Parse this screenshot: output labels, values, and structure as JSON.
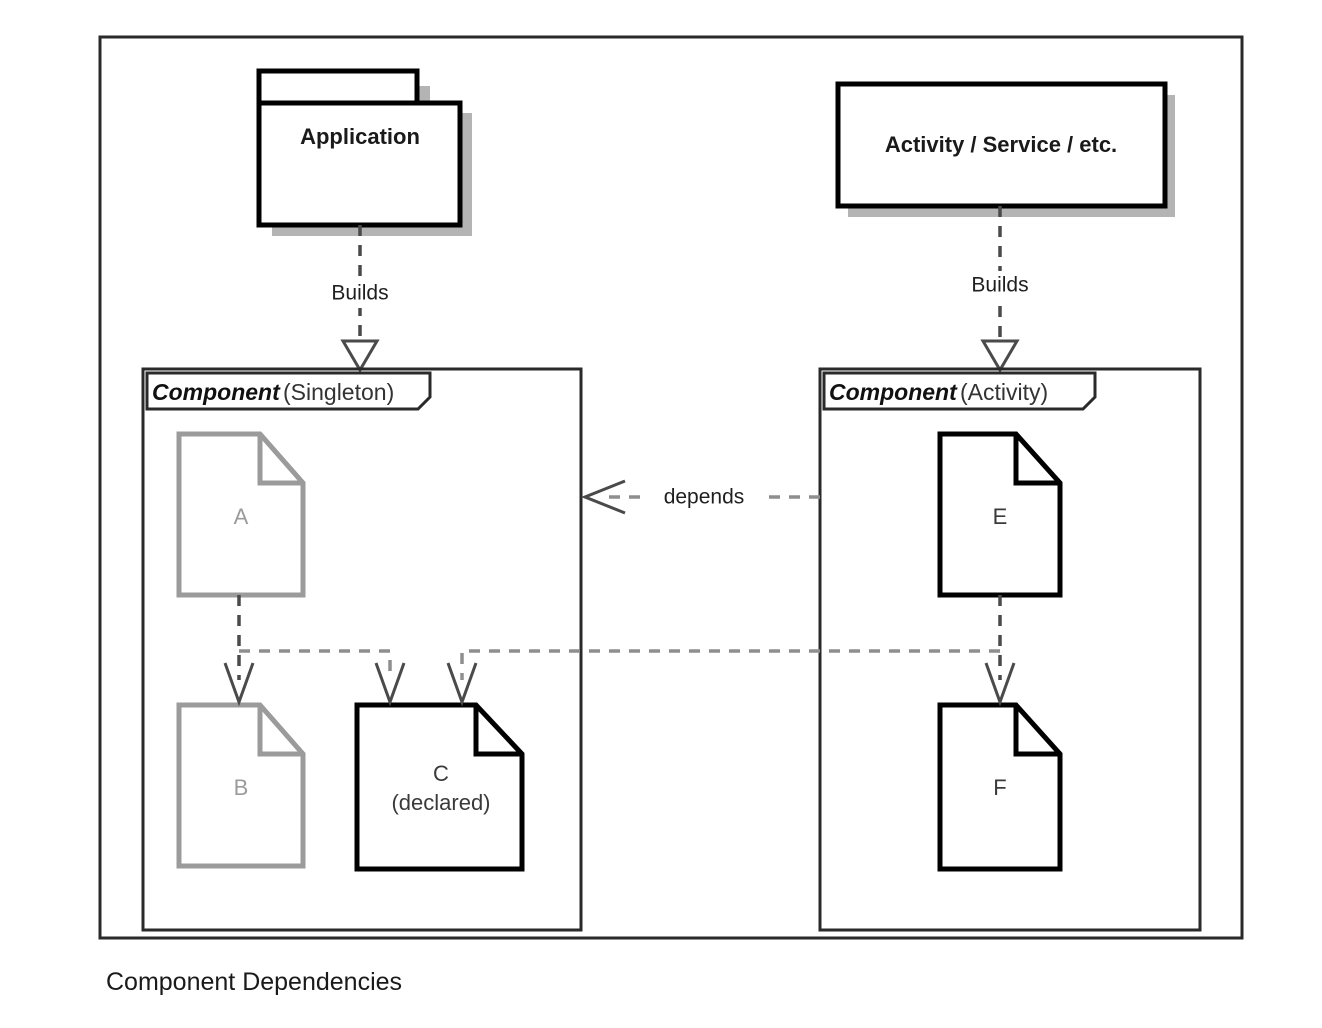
{
  "figure": {
    "caption": "Component Dependencies"
  },
  "top_nodes": [
    {
      "id": "application",
      "label": "Application",
      "shape": "uml-package"
    },
    {
      "id": "activity",
      "label": "Activity / Service / etc.",
      "shape": "rectangle"
    }
  ],
  "containers": [
    {
      "id": "component-singleton",
      "header_strong": "Component",
      "header_plain": "(Singleton)",
      "nodes": [
        {
          "id": "a",
          "label": "A",
          "style": "muted"
        },
        {
          "id": "b",
          "label": "B",
          "style": "muted"
        },
        {
          "id": "c",
          "label": "C",
          "label2": "(declared)",
          "style": "strong"
        }
      ]
    },
    {
      "id": "component-activity",
      "header_strong": "Component",
      "header_plain": "(Activity)",
      "nodes": [
        {
          "id": "e",
          "label": "E",
          "style": "strong"
        },
        {
          "id": "f",
          "label": "F",
          "style": "strong"
        }
      ]
    }
  ],
  "edges": [
    {
      "id": "builds-left",
      "label": "Builds",
      "from": "application",
      "to": "component-singleton",
      "style": "dashed",
      "arrow": "hollow-triangle"
    },
    {
      "id": "builds-right",
      "label": "Builds",
      "from": "activity",
      "to": "component-activity",
      "style": "dashed",
      "arrow": "hollow-triangle"
    },
    {
      "id": "depends",
      "label": "depends",
      "from": "component-activity",
      "to": "component-singleton",
      "style": "dashed",
      "arrow": "open"
    },
    {
      "id": "a-to-b",
      "label": "",
      "from": "a",
      "to": "b",
      "style": "dashed",
      "arrow": "open"
    },
    {
      "id": "a-to-c",
      "label": "",
      "from": "a",
      "to": "c",
      "style": "dashed",
      "arrow": "open"
    },
    {
      "id": "e-to-c",
      "label": "",
      "from": "e",
      "to": "c",
      "style": "dashed",
      "arrow": "open"
    },
    {
      "id": "e-to-f",
      "label": "",
      "from": "e",
      "to": "f",
      "style": "dashed",
      "arrow": "open"
    }
  ],
  "colors": {
    "stroke_strong": "#000000",
    "stroke_muted": "#9b9b9b",
    "edge": "#4a4a4a",
    "shadow": "#b4b4b4",
    "background": "#ffffff"
  }
}
